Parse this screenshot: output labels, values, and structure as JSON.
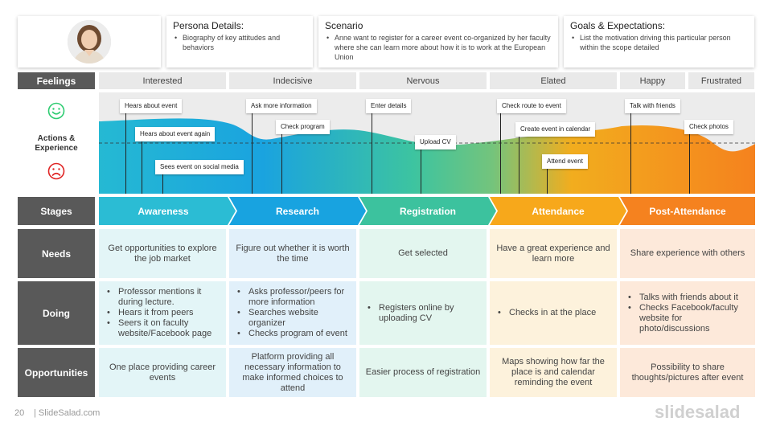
{
  "persona": {
    "title": "Persona Details:",
    "items": [
      "Biography of key attitudes and behaviors"
    ]
  },
  "scenario": {
    "title": "Scenario",
    "items": [
      "Anne want to register for a career event co-organized by her faculty where she can learn more about how it is to work at the European Union"
    ]
  },
  "goals": {
    "title": "Goals & Expectations:",
    "items": [
      "List the motivation driving this particular person within the scope detailed"
    ]
  },
  "labels": {
    "feelings": "Feelings",
    "actions": "Actions & Experience",
    "stages": "Stages",
    "needs": "Needs",
    "doing": "Doing",
    "opportunities": "Opportunities"
  },
  "feelings": [
    "Interested",
    "Indecisive",
    "Nervous",
    "Elated",
    "Happy",
    "Frustrated"
  ],
  "actions": [
    "Hears about event",
    "Hears about event again",
    "Sees event on social media",
    "Ask more information",
    "Check program",
    "Enter details",
    "Upload CV",
    "Check route to event",
    "Create event in calendar",
    "Attend event",
    "Talk with friends",
    "Check photos"
  ],
  "stages": [
    "Awareness",
    "Research",
    "Registration",
    "Attendance",
    "Post-Attendance"
  ],
  "needs": [
    "Get opportunities to explore the job market",
    "Figure out whether it is worth the time",
    "Get selected",
    "Have a great experience and learn more",
    "Share experience with others"
  ],
  "doing": [
    [
      "Professor mentions it during lecture.",
      "Hears it from peers",
      "Seers it on faculty website/Facebook page"
    ],
    [
      "Asks professor/peers for more information",
      "Searches website organizer",
      "Checks program of event"
    ],
    [
      "Registers online by uploading CV"
    ],
    [
      "Checks in at the place"
    ],
    [
      "Talks with friends about it",
      "Checks Facebook/faculty website for photo/discussions"
    ]
  ],
  "opportunities": [
    "One place providing career events",
    "Platform providing all necessary information to make informed choices to attend",
    "Easier process of registration",
    "Maps showing how far the place is and calendar reminding the event",
    "Possibility to share thoughts/pictures after event"
  ],
  "footer": {
    "page": "20",
    "site": "| SlideSalad.com",
    "logo": "slidesalad"
  },
  "colors": {
    "awareness": "#2bbcd4",
    "research": "#18a3e0",
    "registration": "#3cc29e",
    "attendance": "#f7a81b",
    "post_attendance": "#f5821f",
    "smile": "#2ecc71",
    "frown": "#e02424"
  }
}
